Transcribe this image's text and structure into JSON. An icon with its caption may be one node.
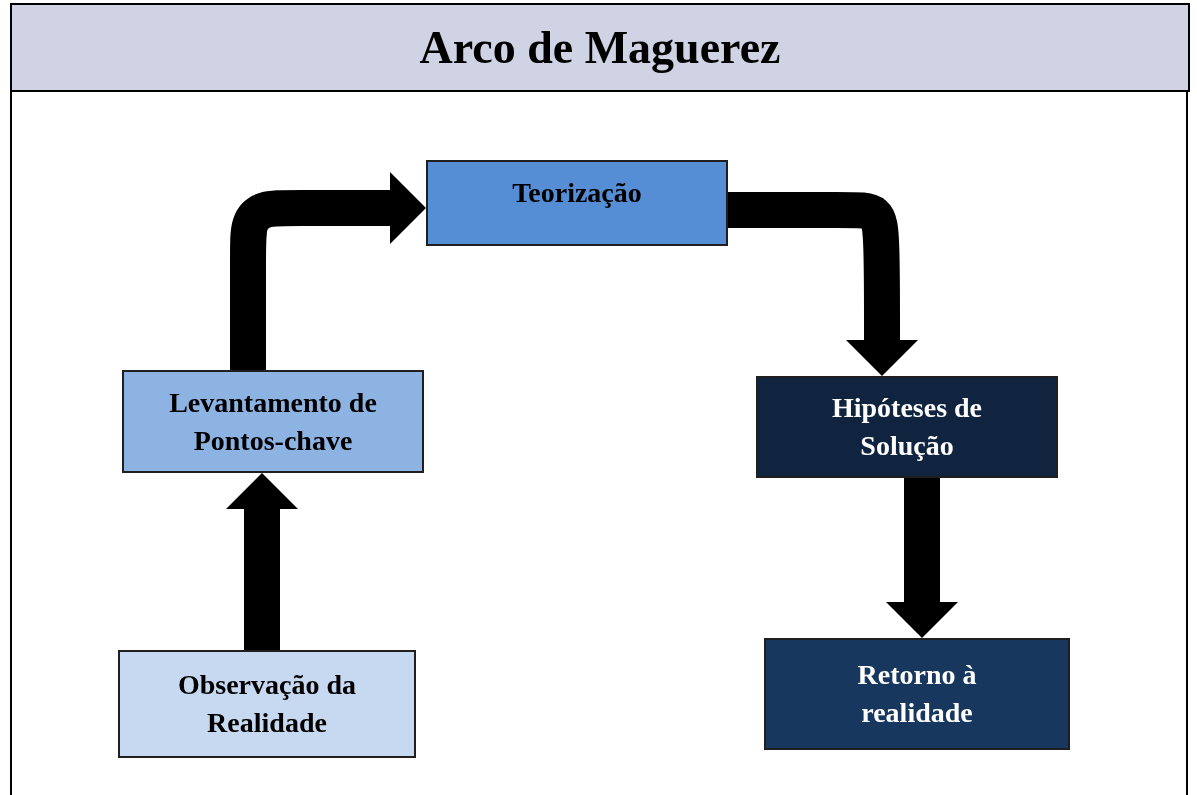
{
  "diagram": {
    "title": "Arco de Maguerez",
    "nodes": [
      {
        "text": [
          "Observação da Realidade"
        ]
      },
      {
        "text": [
          "Levantamento de Pontos-chave"
        ]
      },
      {
        "text": [
          "Teorização"
        ]
      },
      {
        "text": [
          "Hipóteses de Solução"
        ]
      },
      {
        "text": [
          "Retorno à realidade"
        ]
      }
    ],
    "edges": [
      {
        "from": 0,
        "to": 1,
        "arrow": "to"
      },
      {
        "from": 1,
        "to": 2,
        "arrow": "to"
      },
      {
        "from": 2,
        "to": 3,
        "arrow": "to"
      },
      {
        "from": 3,
        "to": 4,
        "arrow": "to"
      }
    ]
  }
}
